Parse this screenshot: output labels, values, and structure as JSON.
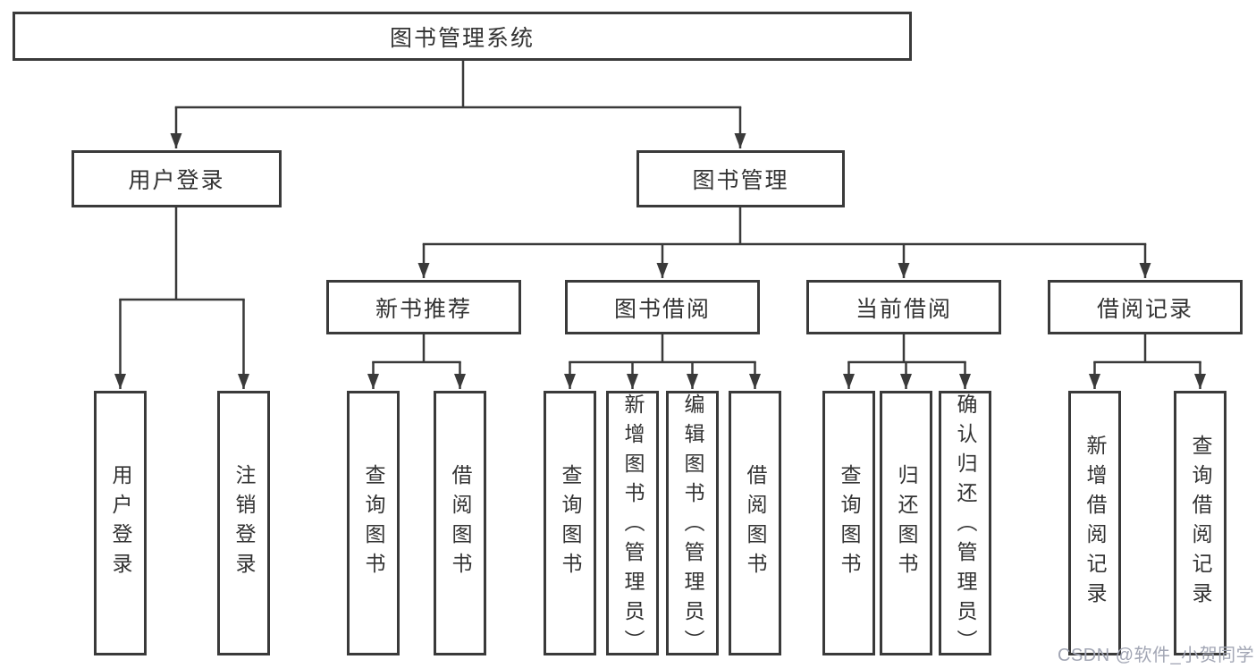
{
  "tree": {
    "root": {
      "label": "图书管理系统"
    },
    "branches": [
      {
        "label": "用户登录",
        "children": [
          "用户登录",
          "注销登录"
        ]
      },
      {
        "label": "图书管理",
        "sections": [
          {
            "label": "新书推荐",
            "children": [
              "查询图书",
              "借阅图书"
            ]
          },
          {
            "label": "图书借阅",
            "children": [
              "查询图书",
              "新增图书（管理员）",
              "编辑图书（管理员）",
              "借阅图书"
            ]
          },
          {
            "label": "当前借阅",
            "children": [
              "查询图书",
              "归还图书",
              "确认归还（管理员）"
            ]
          },
          {
            "label": "借阅记录",
            "children": [
              "新增借阅记录",
              "查询借阅记录"
            ]
          }
        ]
      }
    ]
  },
  "watermark": {
    "text": "CSDN @软件_小贺同学"
  },
  "colors": {
    "line": "#3a3a3a",
    "text": "#333333",
    "box_fill": "#ffffff",
    "watermark": "#a2a6b4",
    "background": "#ffffff"
  }
}
